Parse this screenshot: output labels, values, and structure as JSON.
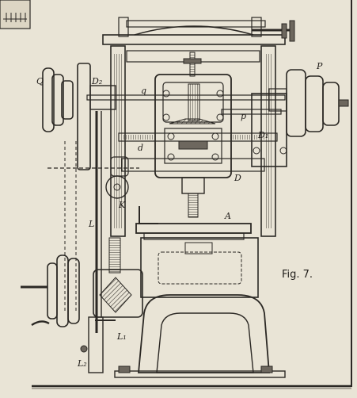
{
  "figure": {
    "caption": "Fig. 7.",
    "labels": {
      "P": "P",
      "Q": "Q",
      "D2": "D₂",
      "q": "q",
      "p": "p",
      "d": "d",
      "D1": "D₁",
      "D": "D",
      "K": "K",
      "L": "L",
      "A": "A",
      "L1": "L₁",
      "L2": "L₂"
    }
  },
  "colors": {
    "paper": "#e9e4d6",
    "ink": "#2b2824",
    "shade": "#6d675e"
  }
}
